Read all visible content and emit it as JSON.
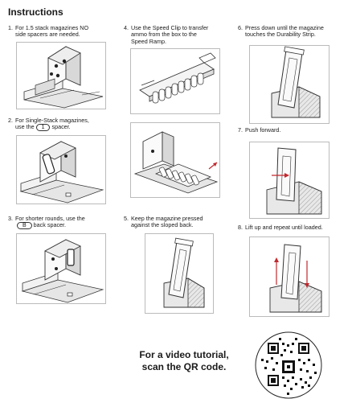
{
  "title": "Instructions",
  "steps": [
    {
      "num": "1.",
      "line1": "For 1.5 stack magazines NO",
      "line2": "side spacers are needed."
    },
    {
      "num": "2.",
      "line1": "For Single-Stack magazines,",
      "line2_pre": "use the",
      "pill": "1",
      "line2_post": "spacer."
    },
    {
      "num": "3.",
      "line1": "For shorter rounds, use the",
      "pill": "B",
      "line2_post": "back spacer."
    },
    {
      "num": "4.",
      "line1": "Use the Speed Clip to transfer",
      "line2": "ammo from the box to the",
      "line3": "Speed Ramp."
    },
    {
      "num": "5.",
      "line1": "Keep the magazine pressed",
      "line2": "against the sloped back."
    },
    {
      "num": "6.",
      "line1": "Press down until the magazine",
      "line2": "touches the Durability Strip."
    },
    {
      "num": "7.",
      "line1": "Push forward."
    },
    {
      "num": "8.",
      "line1": "Lift up and repeat until loaded."
    }
  ],
  "video": {
    "line1": "For a video tutorial,",
    "line2": "scan the QR code."
  }
}
